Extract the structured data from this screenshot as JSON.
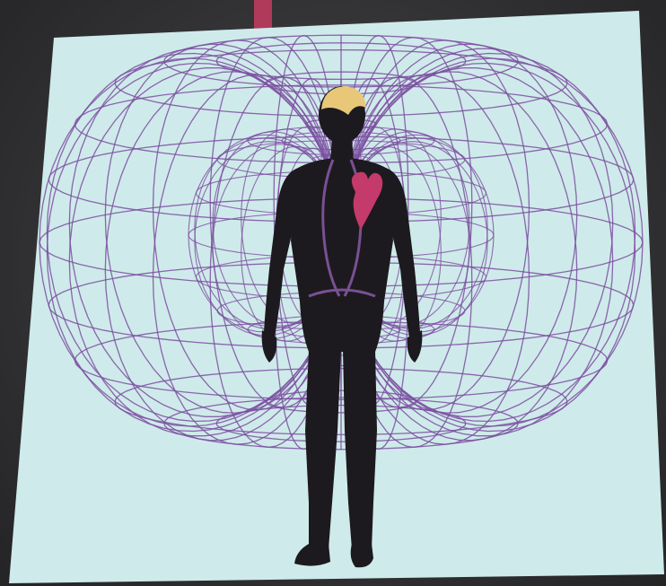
{
  "scene": {
    "subject": "human-silhouette",
    "fields": [
      "outer-torus",
      "inner-torus"
    ],
    "colors": {
      "background": "#3a3a3c",
      "slide": "#cfeaea",
      "wireframe": "#7a4fa0",
      "silhouette": "#1c1a1e",
      "brain": "#e8c878",
      "heart": "#c43a6a",
      "spine": "#8a5aa8",
      "lanyard": "#b03a5a"
    }
  }
}
